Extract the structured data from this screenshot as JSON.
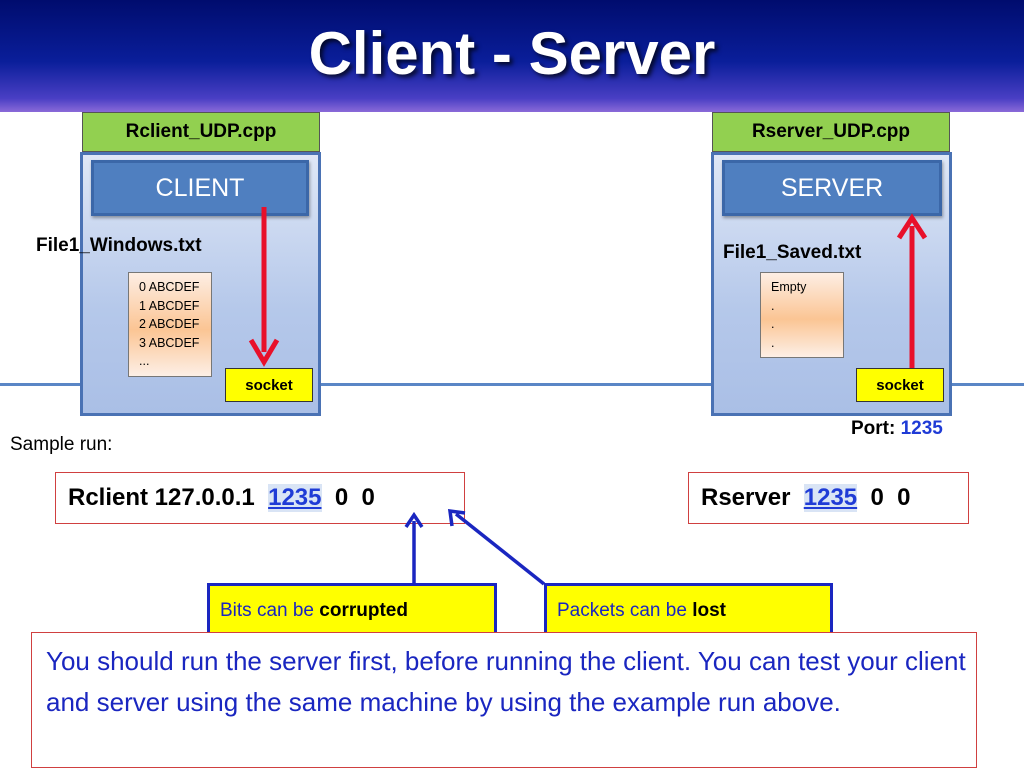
{
  "title": "Client - Server",
  "client": {
    "file_label": "Rclient_UDP.cpp",
    "role": "CLIENT",
    "file_name": "File1_Windows.txt",
    "file_lines": [
      "0 ABCDEF",
      "1 ABCDEF",
      "2 ABCDEF",
      "3 ABCDEF",
      "..."
    ],
    "socket": "socket"
  },
  "server": {
    "file_label": "Rserver_UDP.cpp",
    "role": "SERVER",
    "file_name": "File1_Saved.txt",
    "file_lines": [
      "Empty",
      ".",
      ".",
      "."
    ],
    "socket": "socket",
    "port_label": "Port:",
    "port_value": "1235"
  },
  "sample_run_label": "Sample run:",
  "client_cmd": {
    "prefix": "Rclient 127.0.0.1  ",
    "port": "1235",
    "suffix": "  0  0"
  },
  "server_cmd": {
    "prefix": "Rserver  ",
    "port": "1235",
    "suffix": "  0  0"
  },
  "note_corrupted": {
    "text": "Bits can be ",
    "emph": "corrupted"
  },
  "note_lost": {
    "text": "Packets can be ",
    "emph": "lost"
  },
  "bottom_note": "You should run the server first, before running the client.  You can test your client and server using the same machine by using the example run above.",
  "colors": {
    "arrow_red": "#e8102a",
    "arrow_blue": "#1a26c0",
    "socket_yellow": "#ffff00",
    "label_green": "#92d050",
    "role_blue": "#4f7fc0"
  }
}
